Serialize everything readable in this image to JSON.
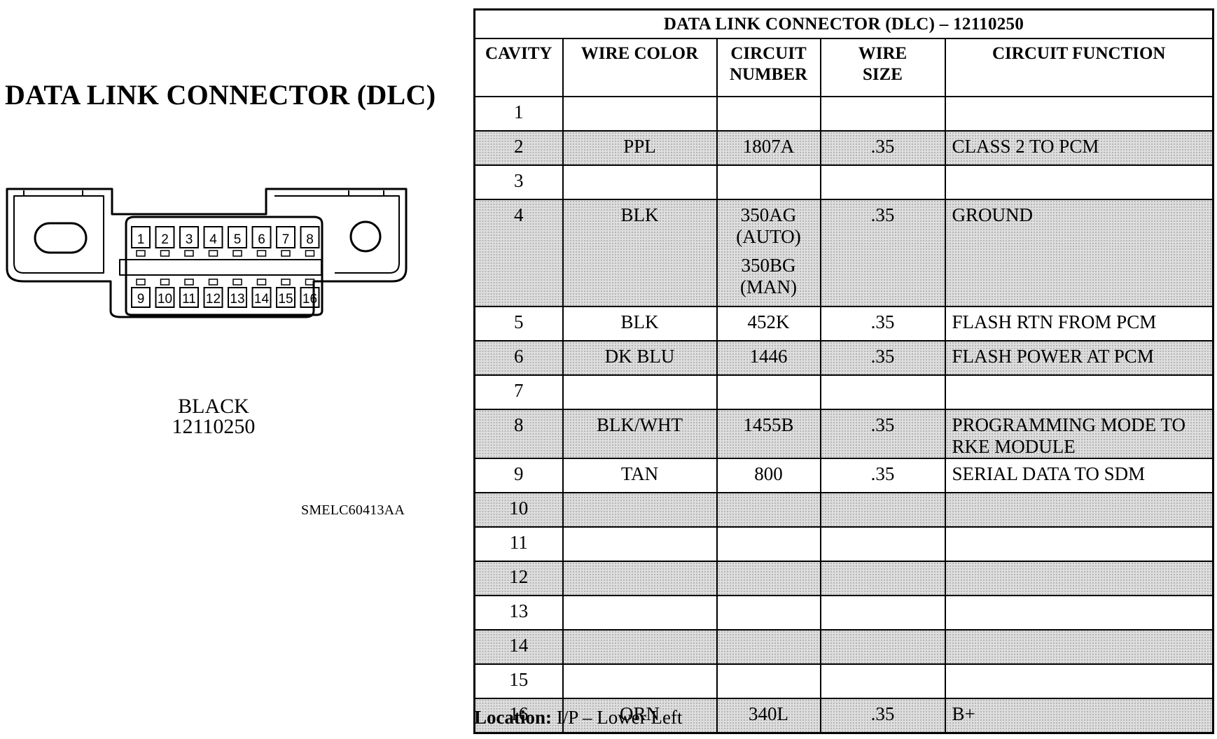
{
  "figure": {
    "title": "DATA LINK CONNECTOR (DLC)",
    "connector_color": "BLACK",
    "connector_part": "12110250",
    "figure_code": "SMELC60413AA",
    "pins_top": [
      "1",
      "2",
      "3",
      "4",
      "5",
      "6",
      "7",
      "8"
    ],
    "pins_bottom": [
      "9",
      "10",
      "11",
      "12",
      "13",
      "14",
      "15",
      "16"
    ]
  },
  "table": {
    "title": "DATA LINK CONNECTOR (DLC) – 12110250",
    "headers": {
      "cavity": "CAVITY",
      "wire_color": "WIRE COLOR",
      "circuit_number_1": "CIRCUIT",
      "circuit_number_2": "NUMBER",
      "wire_size_1": "WIRE",
      "wire_size_2": "SIZE",
      "circuit_function": "CIRCUIT FUNCTION"
    },
    "rows": [
      {
        "cavity": "1",
        "wire_color": "",
        "circuit": "",
        "wire_size": "",
        "function": ""
      },
      {
        "cavity": "2",
        "wire_color": "PPL",
        "circuit": "1807A",
        "wire_size": ".35",
        "function": "CLASS 2 TO PCM"
      },
      {
        "cavity": "3",
        "wire_color": "",
        "circuit": "",
        "wire_size": "",
        "function": ""
      },
      {
        "cavity": "4",
        "wire_color": "BLK",
        "circuit": "350AG",
        "circuit_2": "(AUTO)",
        "circuit_3": "350BG",
        "circuit_4": "(MAN)",
        "wire_size": ".35",
        "function": "GROUND"
      },
      {
        "cavity": "5",
        "wire_color": "BLK",
        "circuit": "452K",
        "wire_size": ".35",
        "function": "FLASH RTN FROM PCM"
      },
      {
        "cavity": "6",
        "wire_color": "DK BLU",
        "circuit": "1446",
        "wire_size": ".35",
        "function": "FLASH POWER AT PCM"
      },
      {
        "cavity": "7",
        "wire_color": "",
        "circuit": "",
        "wire_size": "",
        "function": ""
      },
      {
        "cavity": "8",
        "wire_color": "BLK/WHT",
        "circuit": "1455B",
        "wire_size": ".35",
        "function": "PROGRAMMING MODE TO",
        "function_2": "RKE MODULE"
      },
      {
        "cavity": "9",
        "wire_color": "TAN",
        "circuit": "800",
        "wire_size": ".35",
        "function": "SERIAL DATA TO SDM"
      },
      {
        "cavity": "10",
        "wire_color": "",
        "circuit": "",
        "wire_size": "",
        "function": ""
      },
      {
        "cavity": "11",
        "wire_color": "",
        "circuit": "",
        "wire_size": "",
        "function": ""
      },
      {
        "cavity": "12",
        "wire_color": "",
        "circuit": "",
        "wire_size": "",
        "function": ""
      },
      {
        "cavity": "13",
        "wire_color": "",
        "circuit": "",
        "wire_size": "",
        "function": ""
      },
      {
        "cavity": "14",
        "wire_color": "",
        "circuit": "",
        "wire_size": "",
        "function": ""
      },
      {
        "cavity": "15",
        "wire_color": "",
        "circuit": "",
        "wire_size": "",
        "function": ""
      },
      {
        "cavity": "16",
        "wire_color": "ORN",
        "circuit": "340L",
        "wire_size": ".35",
        "function": "B+"
      }
    ]
  },
  "location": {
    "label": "Location:",
    "value": "I/P – Lower Left"
  }
}
